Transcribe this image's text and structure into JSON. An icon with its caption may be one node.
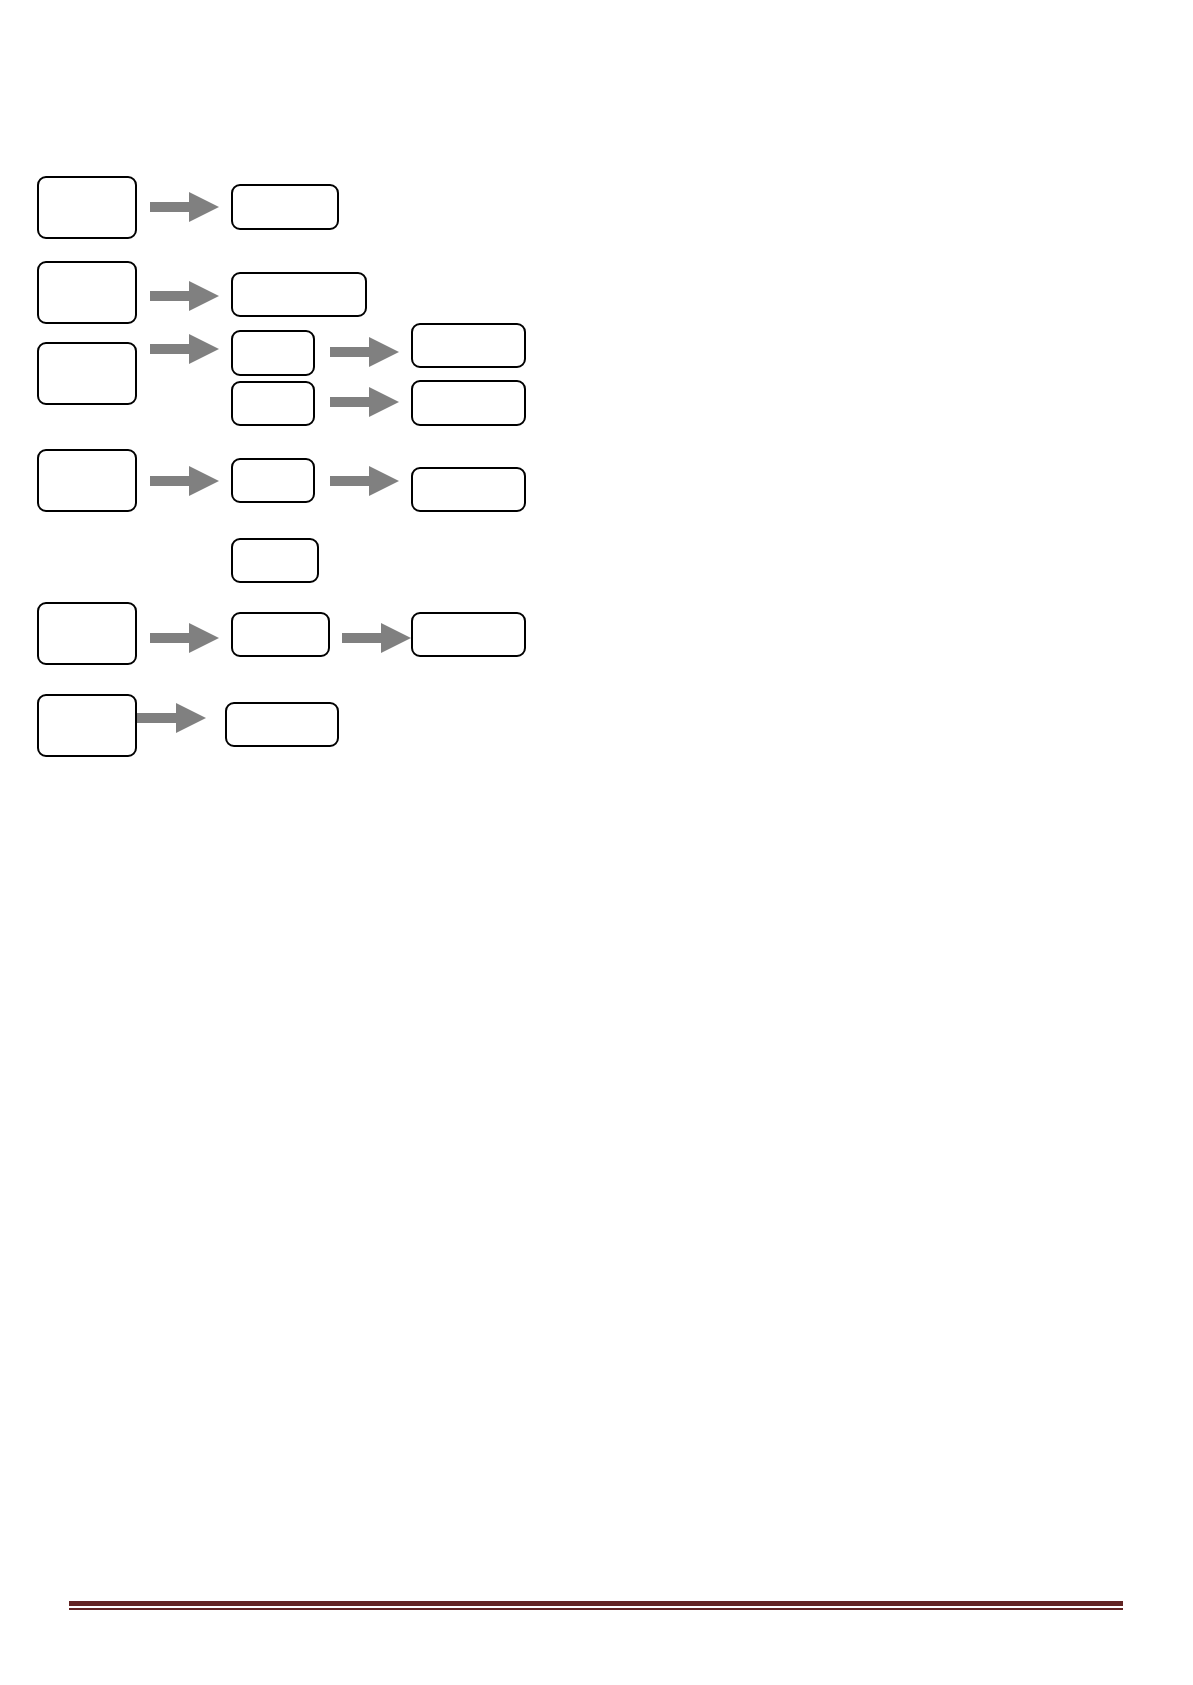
{
  "diagram": {
    "nodes": [
      {
        "text": [],
        "shape": "box"
      },
      {
        "text": [],
        "shape": "box"
      },
      {
        "text": [],
        "shape": "box"
      },
      {
        "text": [],
        "shape": "box"
      },
      {
        "text": [],
        "shape": "box"
      },
      {
        "text": [],
        "shape": "box"
      },
      {
        "text": [],
        "shape": "box"
      },
      {
        "text": [],
        "shape": "box"
      },
      {
        "text": [],
        "shape": "box"
      },
      {
        "text": [],
        "shape": "box"
      },
      {
        "text": [],
        "shape": "box"
      },
      {
        "text": [],
        "shape": "box"
      },
      {
        "text": [],
        "shape": "box"
      },
      {
        "text": [],
        "shape": "box"
      },
      {
        "text": [],
        "shape": "box"
      },
      {
        "text": [],
        "shape": "box"
      },
      {
        "text": [],
        "shape": "box"
      },
      {
        "text": [],
        "shape": "box"
      }
    ],
    "edges": [
      {
        "from": 0,
        "to": 1,
        "arrow": "to"
      },
      {
        "from": 2,
        "to": 3,
        "arrow": "to"
      },
      {
        "from": 4,
        "to": 5,
        "arrow": "to"
      },
      {
        "from": 5,
        "to": 6,
        "arrow": "to"
      },
      {
        "from": 7,
        "to": 8,
        "arrow": "to"
      },
      {
        "from": 9,
        "to": 10,
        "arrow": "to"
      },
      {
        "from": 10,
        "to": 11,
        "arrow": "to"
      },
      {
        "from": 13,
        "to": 14,
        "arrow": "to"
      },
      {
        "from": 14,
        "to": 15,
        "arrow": "to"
      },
      {
        "from": 16,
        "to": 17,
        "arrow": "to"
      }
    ]
  }
}
